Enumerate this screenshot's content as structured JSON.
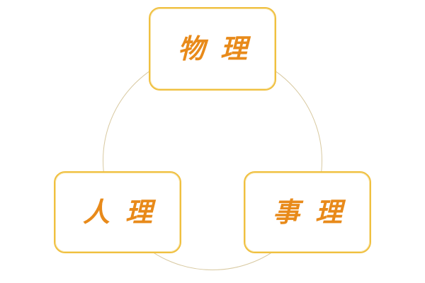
{
  "diagram": {
    "nodes": [
      {
        "id": "top",
        "label": "物理"
      },
      {
        "id": "left",
        "label": "人理"
      },
      {
        "id": "right",
        "label": "事理"
      }
    ],
    "colors": {
      "text": "#e88a1a",
      "border": "#f0c040",
      "ring": "#d8c9a0"
    }
  }
}
